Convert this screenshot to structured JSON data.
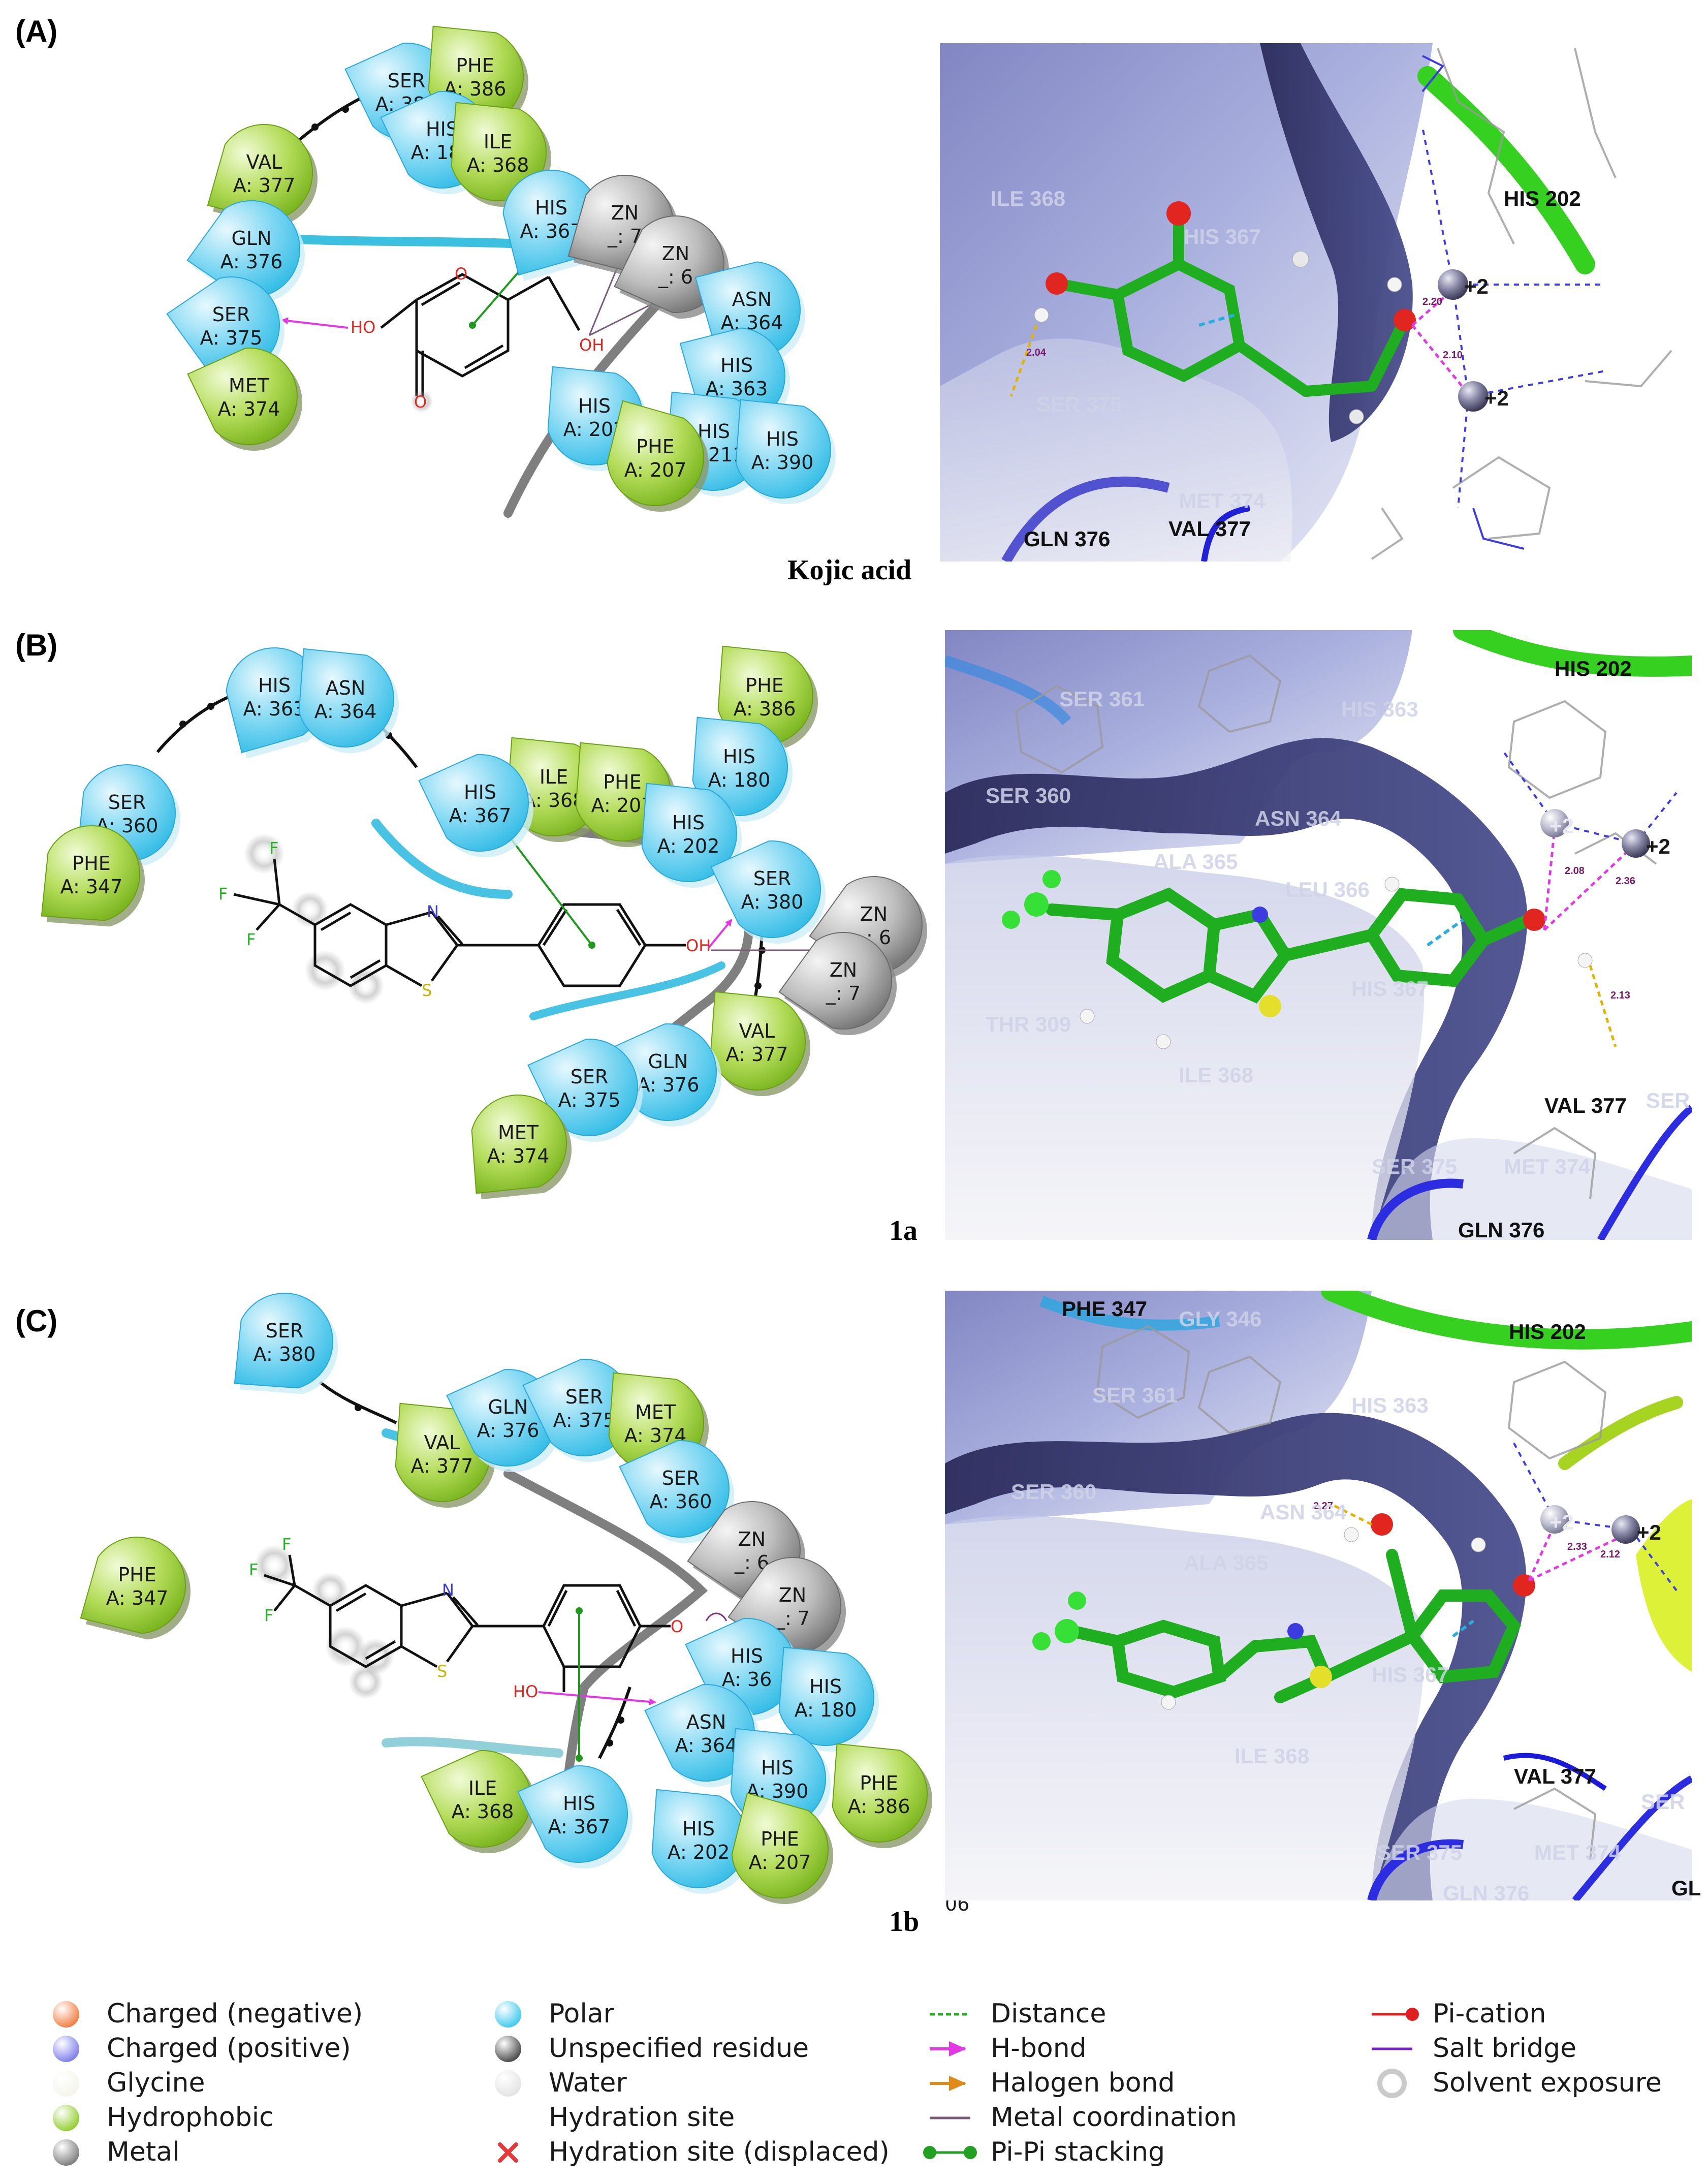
{
  "panels": [
    {
      "label": "(A)",
      "caption": "Kojic acid",
      "atoms": {
        "ho": "HO",
        "oh": "OH",
        "o_ring": "O",
        "o_keto": "O"
      },
      "residues": [
        {
          "id": "ser380",
          "name": "SER",
          "num": "A: 380",
          "type": "polar"
        },
        {
          "id": "phe386",
          "name": "PHE",
          "num": "A: 386",
          "type": "hydrophobic"
        },
        {
          "id": "his180",
          "name": "HIS",
          "num": "A: 180",
          "type": "polar"
        },
        {
          "id": "ile368",
          "name": "ILE",
          "num": "A: 368",
          "type": "hydrophobic"
        },
        {
          "id": "val377",
          "name": "VAL",
          "num": "A: 377",
          "type": "hydrophobic"
        },
        {
          "id": "his367",
          "name": "HIS",
          "num": "A: 367",
          "type": "polar"
        },
        {
          "id": "zn7",
          "name": "ZN",
          "num": "_: 7",
          "type": "metal"
        },
        {
          "id": "gln376",
          "name": "GLN",
          "num": "A: 376",
          "type": "polar"
        },
        {
          "id": "zn6",
          "name": "ZN",
          "num": "_: 6",
          "type": "metal"
        },
        {
          "id": "asn364",
          "name": "ASN",
          "num": "A: 364",
          "type": "polar"
        },
        {
          "id": "ser375",
          "name": "SER",
          "num": "A: 375",
          "type": "polar"
        },
        {
          "id": "his363",
          "name": "HIS",
          "num": "A: 363",
          "type": "polar"
        },
        {
          "id": "met374",
          "name": "MET",
          "num": "A: 374",
          "type": "hydrophobic"
        },
        {
          "id": "his202",
          "name": "HIS",
          "num": "A: 202",
          "type": "polar"
        },
        {
          "id": "his211",
          "name": "HIS",
          "num": "A: 211",
          "type": "polar"
        },
        {
          "id": "his390",
          "name": "HIS",
          "num": "A: 390",
          "type": "polar"
        },
        {
          "id": "phe207",
          "name": "PHE",
          "num": "A: 207",
          "type": "hydrophobic"
        }
      ],
      "labels3d": [
        {
          "text": "ILE 368",
          "dim": true
        },
        {
          "text": "HIS 367",
          "dim": true
        },
        {
          "text": "SER 375",
          "dim": true
        },
        {
          "text": "MET 374",
          "dim": true
        },
        {
          "text": "GLN 376",
          "dim": false
        },
        {
          "text": "VAL 377",
          "dim": false
        },
        {
          "text": "HIS 202",
          "dim": false
        }
      ],
      "ions": [
        "+2",
        "+2"
      ],
      "distances": [
        "2.04",
        "2.20",
        "2.10"
      ]
    },
    {
      "label": "(B)",
      "caption": "1a",
      "atoms": {
        "oh": "OH",
        "n": "N",
        "s": "S",
        "f1": "F",
        "f2": "F",
        "f3": "F"
      },
      "residues": [
        {
          "id": "his363",
          "name": "HIS",
          "num": "A: 363",
          "type": "polar"
        },
        {
          "id": "asn364",
          "name": "ASN",
          "num": "A: 364",
          "type": "polar"
        },
        {
          "id": "phe386",
          "name": "PHE",
          "num": "A: 386",
          "type": "hydrophobic"
        },
        {
          "id": "ser360",
          "name": "SER",
          "num": "A: 360",
          "type": "polar"
        },
        {
          "id": "his180",
          "name": "HIS",
          "num": "A: 180",
          "type": "polar"
        },
        {
          "id": "ile368",
          "name": "ILE",
          "num": "A: 368",
          "type": "hydrophobic"
        },
        {
          "id": "phe207",
          "name": "PHE",
          "num": "A: 207",
          "type": "hydrophobic"
        },
        {
          "id": "his367",
          "name": "HIS",
          "num": "A: 367",
          "type": "polar"
        },
        {
          "id": "his202",
          "name": "HIS",
          "num": "A: 202",
          "type": "polar"
        },
        {
          "id": "phe347",
          "name": "PHE",
          "num": "A: 347",
          "type": "hydrophobic"
        },
        {
          "id": "ser380",
          "name": "SER",
          "num": "A: 380",
          "type": "polar"
        },
        {
          "id": "zn6",
          "name": "ZN",
          "num": "_: 6",
          "type": "metal"
        },
        {
          "id": "zn7",
          "name": "ZN",
          "num": "_: 7",
          "type": "metal"
        },
        {
          "id": "val377",
          "name": "VAL",
          "num": "A: 377",
          "type": "hydrophobic"
        },
        {
          "id": "gln376",
          "name": "GLN",
          "num": "A: 376",
          "type": "polar"
        },
        {
          "id": "ser375",
          "name": "SER",
          "num": "A: 375",
          "type": "polar"
        },
        {
          "id": "met374",
          "name": "MET",
          "num": "A: 374",
          "type": "hydrophobic"
        }
      ],
      "labels3d": [
        {
          "text": "SER 361",
          "dim": true
        },
        {
          "text": "HIS 363",
          "dim": true
        },
        {
          "text": "SER 360",
          "dim": true
        },
        {
          "text": "ASN 364",
          "dim": true
        },
        {
          "text": "ALA 365",
          "dim": true
        },
        {
          "text": "LEU 366",
          "dim": true
        },
        {
          "text": "THR 309",
          "dim": true
        },
        {
          "text": "HIS 367",
          "dim": true
        },
        {
          "text": "ILE 368",
          "dim": true
        },
        {
          "text": "SER 375",
          "dim": true
        },
        {
          "text": "MET 374",
          "dim": true
        },
        {
          "text": "HIS 202",
          "dim": false
        },
        {
          "text": "VAL 377",
          "dim": false
        },
        {
          "text": "GLN 376",
          "dim": false
        },
        {
          "text": "SER",
          "dim": true
        }
      ],
      "ions": [
        "+2",
        "+2"
      ],
      "distances": [
        "2.08",
        "2.36",
        "2.13"
      ]
    },
    {
      "label": "(C)",
      "caption": "1b",
      "atoms": {
        "ho": "HO",
        "o": "O",
        "n": "N",
        "s": "S",
        "f1": "F",
        "f2": "F",
        "f3": "F"
      },
      "residues": [
        {
          "id": "ser380",
          "name": "SER",
          "num": "A: 380",
          "type": "polar"
        },
        {
          "id": "val377",
          "name": "VAL",
          "num": "A: 377",
          "type": "hydrophobic"
        },
        {
          "id": "gln376",
          "name": "GLN",
          "num": "A: 376",
          "type": "polar"
        },
        {
          "id": "ser375",
          "name": "SER",
          "num": "A: 375",
          "type": "polar"
        },
        {
          "id": "met374",
          "name": "MET",
          "num": "A: 374",
          "type": "hydrophobic"
        },
        {
          "id": "ser360",
          "name": "SER",
          "num": "A: 360",
          "type": "polar"
        },
        {
          "id": "phe347",
          "name": "PHE",
          "num": "A: 347",
          "type": "hydrophobic"
        },
        {
          "id": "zn6",
          "name": "ZN",
          "num": "_: 6",
          "type": "metal"
        },
        {
          "id": "zn7",
          "name": "ZN",
          "num": "_: 7",
          "type": "metal"
        },
        {
          "id": "his363",
          "name": "HIS",
          "num": "A: 36",
          "type": "polar"
        },
        {
          "id": "his180",
          "name": "HIS",
          "num": "A: 180",
          "type": "polar"
        },
        {
          "id": "asn364",
          "name": "ASN",
          "num": "A: 364",
          "type": "polar"
        },
        {
          "id": "ile368",
          "name": "ILE",
          "num": "A: 368",
          "type": "hydrophobic"
        },
        {
          "id": "his367",
          "name": "HIS",
          "num": "A: 367",
          "type": "polar"
        },
        {
          "id": "his390",
          "name": "HIS",
          "num": "A: 390",
          "type": "polar"
        },
        {
          "id": "his202",
          "name": "HIS",
          "num": "A: 202",
          "type": "polar"
        },
        {
          "id": "phe386",
          "name": "PHE",
          "num": "A: 386",
          "type": "hydrophobic"
        },
        {
          "id": "phe207",
          "name": "PHE",
          "num": "A: 207",
          "type": "hydrophobic"
        }
      ],
      "labels3d": [
        {
          "text": "PHE 347",
          "dim": false
        },
        {
          "text": "GLY 346",
          "dim": true
        },
        {
          "text": "SER 361",
          "dim": true
        },
        {
          "text": "HIS 363",
          "dim": true
        },
        {
          "text": "SER 360",
          "dim": true
        },
        {
          "text": "ASN 364",
          "dim": true
        },
        {
          "text": "ALA 365",
          "dim": true
        },
        {
          "text": "HIS 367",
          "dim": true
        },
        {
          "text": "ILE 368",
          "dim": true
        },
        {
          "text": "SER 375",
          "dim": true
        },
        {
          "text": "MET 374",
          "dim": true
        },
        {
          "text": "GLN 376",
          "dim": true
        },
        {
          "text": "HIS 202",
          "dim": false
        },
        {
          "text": "VAL 377",
          "dim": false
        },
        {
          "text": "SER",
          "dim": true
        },
        {
          "text": "GL",
          "dim": false
        }
      ],
      "ions": [
        "+2",
        "+2"
      ],
      "distances": [
        "2.27",
        "2.33",
        "2.12"
      ],
      "stray": "06"
    }
  ],
  "legend": {
    "columns": [
      [
        {
          "label": "Charged (negative)",
          "icon": "sphere",
          "color": "#f07a3c"
        },
        {
          "label": "Charged (positive)",
          "icon": "sphere",
          "color": "#7a7ae8"
        },
        {
          "label": "Glycine",
          "icon": "sphere",
          "color": "#f4f4ea"
        },
        {
          "label": "Hydrophobic",
          "icon": "sphere",
          "color": "#8fcc2a"
        },
        {
          "label": "Metal",
          "icon": "sphere",
          "color": "#7a7a7a"
        }
      ],
      [
        {
          "label": "Polar",
          "icon": "sphere",
          "color": "#3cc8ec"
        },
        {
          "label": "Unspecified residue",
          "icon": "sphere",
          "color": "#444444"
        },
        {
          "label": "Water",
          "icon": "sphere",
          "color": "#e2e2e2"
        },
        {
          "label": "Hydration site",
          "icon": "none",
          "color": ""
        },
        {
          "label": "Hydration site (displaced)",
          "icon": "cross",
          "color": "#e63a3a"
        }
      ],
      [
        {
          "label": "Distance",
          "icon": "dash",
          "color": "#22b022"
        },
        {
          "label": "H-bond",
          "icon": "arrow",
          "color": "#e23ae2"
        },
        {
          "label": "Halogen bond",
          "icon": "arrow",
          "color": "#e08a1a"
        },
        {
          "label": "Metal coordination",
          "icon": "line",
          "color": "#7a5a7a"
        },
        {
          "label": "Pi-Pi stacking",
          "icon": "dotline",
          "color": "#22a022"
        }
      ],
      [
        {
          "label": "Pi-cation",
          "icon": "dotline",
          "color": "#e02020"
        },
        {
          "label": "Salt bridge",
          "icon": "line",
          "color": "#7a20c8"
        },
        {
          "label": "Solvent exposure",
          "icon": "halo",
          "color": "#b4b4b4"
        }
      ]
    ]
  },
  "colors": {
    "polar": "#74d6f2",
    "polar_dark": "#2fb9e6",
    "hydrophobic": "#a8d64a",
    "hydrophobic_dark": "#79b81e",
    "metal": "#b5b5b5",
    "metal_dark": "#6d6d6d",
    "carbon": "#22b322",
    "oxygen": "#e0261f",
    "nitrogen": "#3b3be0",
    "sulfur": "#d8d41a",
    "pocket": "#3f3f75"
  }
}
